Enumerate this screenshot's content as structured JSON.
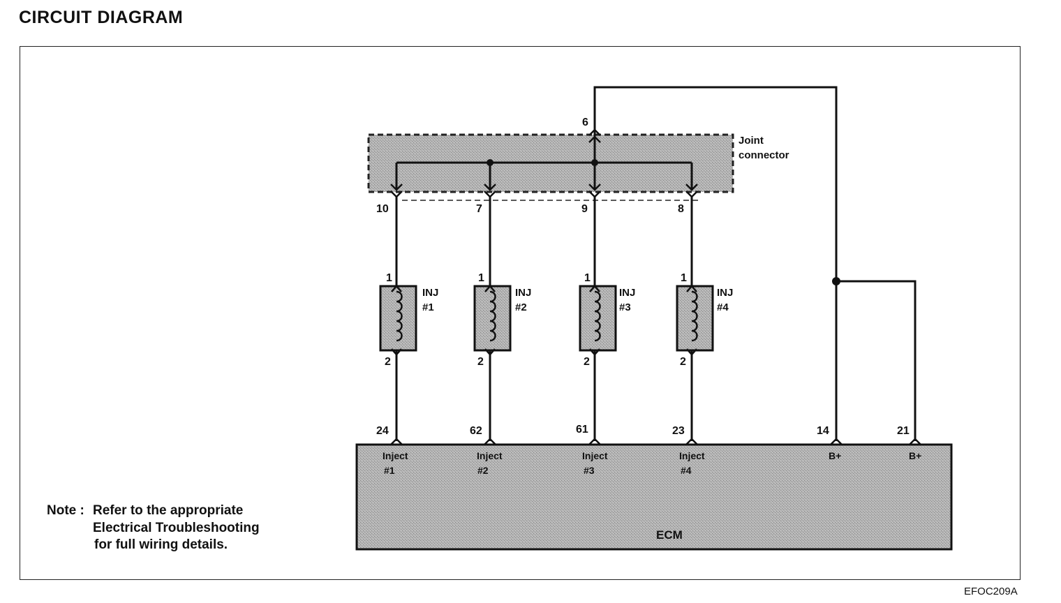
{
  "title": "CIRCUIT DIAGRAM",
  "figure_code": "EFOC209A",
  "note": {
    "prefix": "Note :",
    "lines": [
      "Refer to the appropriate",
      "Electrical Troubleshooting",
      "for full wiring details."
    ]
  },
  "joint_connector": {
    "label_line1": "Joint",
    "label_line2": "connector",
    "input_pin": "6",
    "output_pins": [
      "10",
      "7",
      "9",
      "8"
    ]
  },
  "injectors": [
    {
      "name": "INJ",
      "number": "#1",
      "pin_top": "1",
      "pin_bottom": "2"
    },
    {
      "name": "INJ",
      "number": "#2",
      "pin_top": "1",
      "pin_bottom": "2"
    },
    {
      "name": "INJ",
      "number": "#3",
      "pin_top": "1",
      "pin_bottom": "2"
    },
    {
      "name": "INJ",
      "number": "#4",
      "pin_top": "1",
      "pin_bottom": "2"
    }
  ],
  "ecm": {
    "label": "ECM",
    "terminals": [
      {
        "pin": "24",
        "line1": "Inject",
        "line2": "#1"
      },
      {
        "pin": "62",
        "line1": "Inject",
        "line2": "#2"
      },
      {
        "pin": "61",
        "line1": "Inject",
        "line2": "#3"
      },
      {
        "pin": "23",
        "line1": "Inject",
        "line2": "#4"
      },
      {
        "pin": "14",
        "line1": "B+",
        "line2": ""
      },
      {
        "pin": "21",
        "line1": "B+",
        "line2": ""
      }
    ]
  },
  "colors": {
    "box_fill": "#a9a9a9",
    "line": "#111111"
  }
}
